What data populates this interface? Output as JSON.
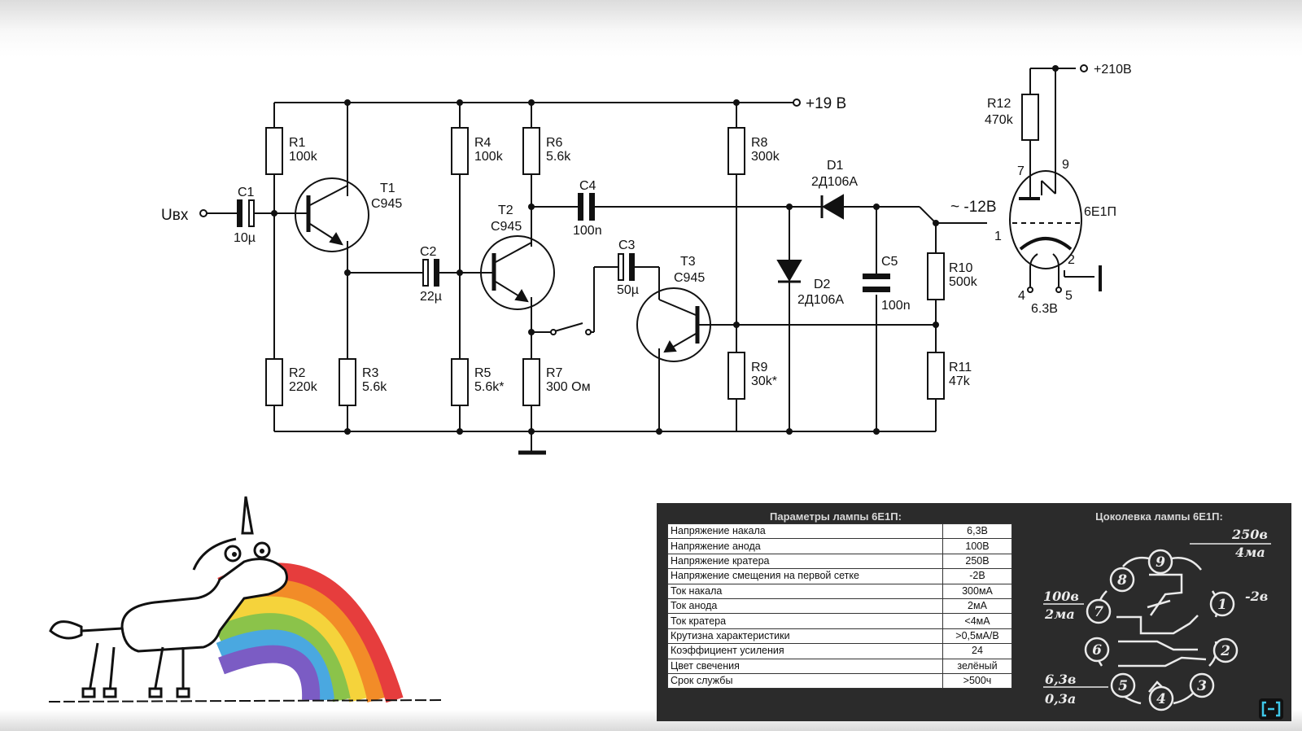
{
  "schematic": {
    "input_label": "Uвх",
    "supply_19v": "+19 В",
    "supply_210v": "+210В",
    "node_12v": "~ -12В",
    "components": {
      "R1": {
        "ref": "R1",
        "value": "100k"
      },
      "R2": {
        "ref": "R2",
        "value": "220k"
      },
      "R3": {
        "ref": "R3",
        "value": "5.6k"
      },
      "R4": {
        "ref": "R4",
        "value": "100k"
      },
      "R5": {
        "ref": "R5",
        "value": "5.6k*"
      },
      "R6": {
        "ref": "R6",
        "value": "5.6k"
      },
      "R7": {
        "ref": "R7",
        "value": "300 Ом"
      },
      "R8": {
        "ref": "R8",
        "value": "300k"
      },
      "R9": {
        "ref": "R9",
        "value": "30k*"
      },
      "R10": {
        "ref": "R10",
        "value": "500k"
      },
      "R11": {
        "ref": "R11",
        "value": "47k"
      },
      "R12": {
        "ref": "R12",
        "value": "470k"
      },
      "C1": {
        "ref": "C1",
        "value": "10µ"
      },
      "C2": {
        "ref": "C2",
        "value": "22µ"
      },
      "C3": {
        "ref": "C3",
        "value": "50µ"
      },
      "C4": {
        "ref": "C4",
        "value": "100n"
      },
      "C5": {
        "ref": "C5",
        "value": "100n"
      },
      "T1": {
        "ref": "T1",
        "value": "C945"
      },
      "T2": {
        "ref": "T2",
        "value": "C945"
      },
      "T3": {
        "ref": "T3",
        "value": "C945"
      },
      "D1": {
        "ref": "D1",
        "value": "2Д106А"
      },
      "D2": {
        "ref": "D2",
        "value": "2Д106А"
      },
      "tube": {
        "ref": "6Е1П",
        "filament": "6.3В"
      }
    },
    "tube_pins": {
      "p1": "1",
      "p2": "2",
      "p4": "4",
      "p5": "5",
      "p7": "7",
      "p9": "9"
    }
  },
  "params": {
    "title": "Параметры лампы 6Е1П:",
    "rows": [
      {
        "name": "Напряжение накала",
        "value": "6,3В"
      },
      {
        "name": "Напряжение анода",
        "value": "100В"
      },
      {
        "name": "Напряжение кратера",
        "value": "250В"
      },
      {
        "name": "Напряжение смещения на первой сетке",
        "value": "-2В"
      },
      {
        "name": "Ток накала",
        "value": "300мА"
      },
      {
        "name": "Ток анода",
        "value": "2мА"
      },
      {
        "name": "Ток кратера",
        "value": "<4мА"
      },
      {
        "name": "Крутизна характеристики",
        "value": ">0,5мА/В"
      },
      {
        "name": "Коэффициент усиления",
        "value": "24"
      },
      {
        "name": "Цвет свечения",
        "value": "зелёный"
      },
      {
        "name": "Срок службы",
        "value": ">500ч"
      }
    ]
  },
  "pinout": {
    "title": "Цоколевка лампы 6Е1П:",
    "pins": [
      "1",
      "2",
      "3",
      "4",
      "5",
      "6",
      "7",
      "8",
      "9"
    ],
    "ann_250": "250в",
    "ann_4ma": "4ма",
    "ann_100": "100в",
    "ann_2ma": "2ма",
    "ann_m2": "-2в",
    "ann_63": "6,3в",
    "ann_03": "0,3а"
  }
}
